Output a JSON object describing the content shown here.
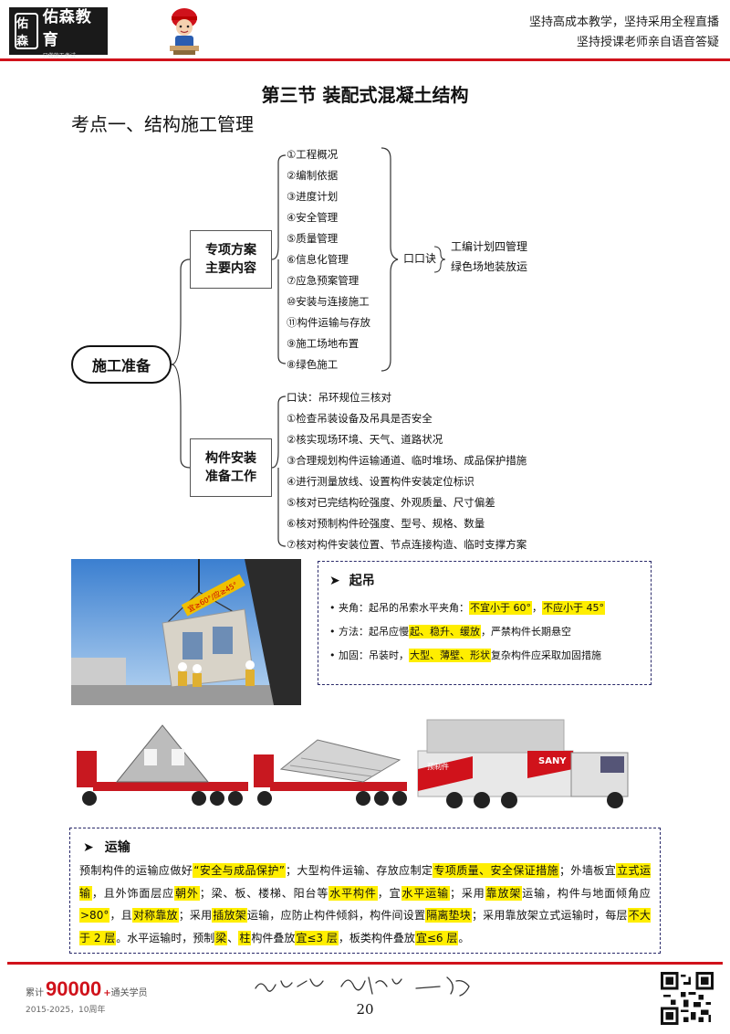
{
  "header": {
    "logo_mark": "佑森",
    "logo_name": "佑森教育",
    "logo_sub": "只做施工考试",
    "slogan_line1": "坚持高成本教学，坚持采用全程直播",
    "slogan_line2": "坚持授课老师亲自语音答疑"
  },
  "section_title": "第三节  装配式混凝土结构",
  "point_title": "考点一、结构施工管理",
  "mindmap": {
    "root": "施工准备",
    "branch1": {
      "label_line1": "专项方案",
      "label_line2": "主要内容",
      "items": [
        "①工程概况",
        "②编制依据",
        "③进度计划",
        "④安全管理",
        "⑤质量管理",
        "⑥信息化管理",
        "⑦应急预案管理",
        "⑩安装与连接施工",
        "⑪构件运输与存放",
        "⑨施工场地布置",
        "⑧绿色施工"
      ],
      "mnemonic_label": "口诀",
      "mnemonic_lines": [
        "工编计划四管理",
        "绿色场地装放运"
      ]
    },
    "branch2": {
      "label_line1": "构件安装",
      "label_line2": "准备工作",
      "items": [
        "口诀：吊环规位三核对",
        "①检查吊装设备及吊具是否安全",
        "②核实现场环境、天气、道路状况",
        "③合理规划构件运输通道、临时堆场、成品保护措施",
        "④进行测量放线、设置构件安装定位标识",
        "⑤核对已完结构砼强度、外观质量、尺寸偏差",
        "⑥核对预制构件砼强度、型号、规格、数量",
        "⑦核对构件安装位置、节点连接构造、临时支撑方案"
      ]
    }
  },
  "crane_photo": {
    "sign_text": "宜≥60°/应≥45°"
  },
  "lifting": {
    "title": "起吊",
    "angle": {
      "prefix": "• 夹角：起吊的吊索水平夹角：",
      "hl1": "不宜小于 60°",
      "sep": "，",
      "hl2": "不应小于 45°"
    },
    "method": {
      "prefix": "• 方法：起吊应慢",
      "hl": "起、稳升、缓放",
      "suffix": "，严禁构件长期悬空"
    },
    "reinforce": {
      "prefix": "• 加固：吊装时，",
      "hl": "大型、薄壁、形状",
      "suffix": "复杂构件应采取加固措施"
    }
  },
  "trucks": {
    "brand": "SANY",
    "side_text": "预制件"
  },
  "transport": {
    "title": "运输",
    "segments": [
      {
        "t": "预制构件的运输应做好"
      },
      {
        "t": "“安全与成品保护”",
        "h": true
      },
      {
        "t": "；大型构件运输、存放应制定"
      },
      {
        "t": "专项质量、安全保证措施",
        "h": true
      },
      {
        "t": "；外墙板宜"
      },
      {
        "t": "立式运输",
        "h": true
      },
      {
        "t": "，且外饰面层应"
      },
      {
        "t": "朝外",
        "h": true
      },
      {
        "t": "；梁、板、楼梯、阳台等"
      },
      {
        "t": "水平构件",
        "h": true
      },
      {
        "t": "，宜"
      },
      {
        "t": "水平运输",
        "h": true
      },
      {
        "t": "；采用"
      },
      {
        "t": "靠放架",
        "h": true
      },
      {
        "t": "运输，构件与地面倾角应"
      },
      {
        "t": ">80°",
        "h": true
      },
      {
        "t": "，且"
      },
      {
        "t": "对称靠放",
        "h": true
      },
      {
        "t": "；采用"
      },
      {
        "t": "插放架",
        "h": true
      },
      {
        "t": "运输，应防止构件倾斜，构件间设置"
      },
      {
        "t": "隔离垫块",
        "h": true
      },
      {
        "t": "；采用靠放架立式运输时，每层"
      },
      {
        "t": "不大于 2 层",
        "h": true
      },
      {
        "t": "。水平运输时，预制"
      },
      {
        "t": "梁",
        "h": true
      },
      {
        "t": "、"
      },
      {
        "t": "柱",
        "h": true
      },
      {
        "t": "构件叠放"
      },
      {
        "t": "宜≤3 层",
        "h": true
      },
      {
        "t": "，板类构件叠放"
      },
      {
        "t": "宜≤6 层",
        "h": true
      },
      {
        "t": "。"
      }
    ]
  },
  "footer": {
    "prefix": "累计",
    "number": "90000",
    "plus": "+",
    "suffix": "通关学员",
    "years": "2015-2025，10周年",
    "page": "20"
  },
  "colors": {
    "brand_red": "#d0121b",
    "highlight": "#ffee00",
    "dashed_border": "#2a2a6a"
  }
}
